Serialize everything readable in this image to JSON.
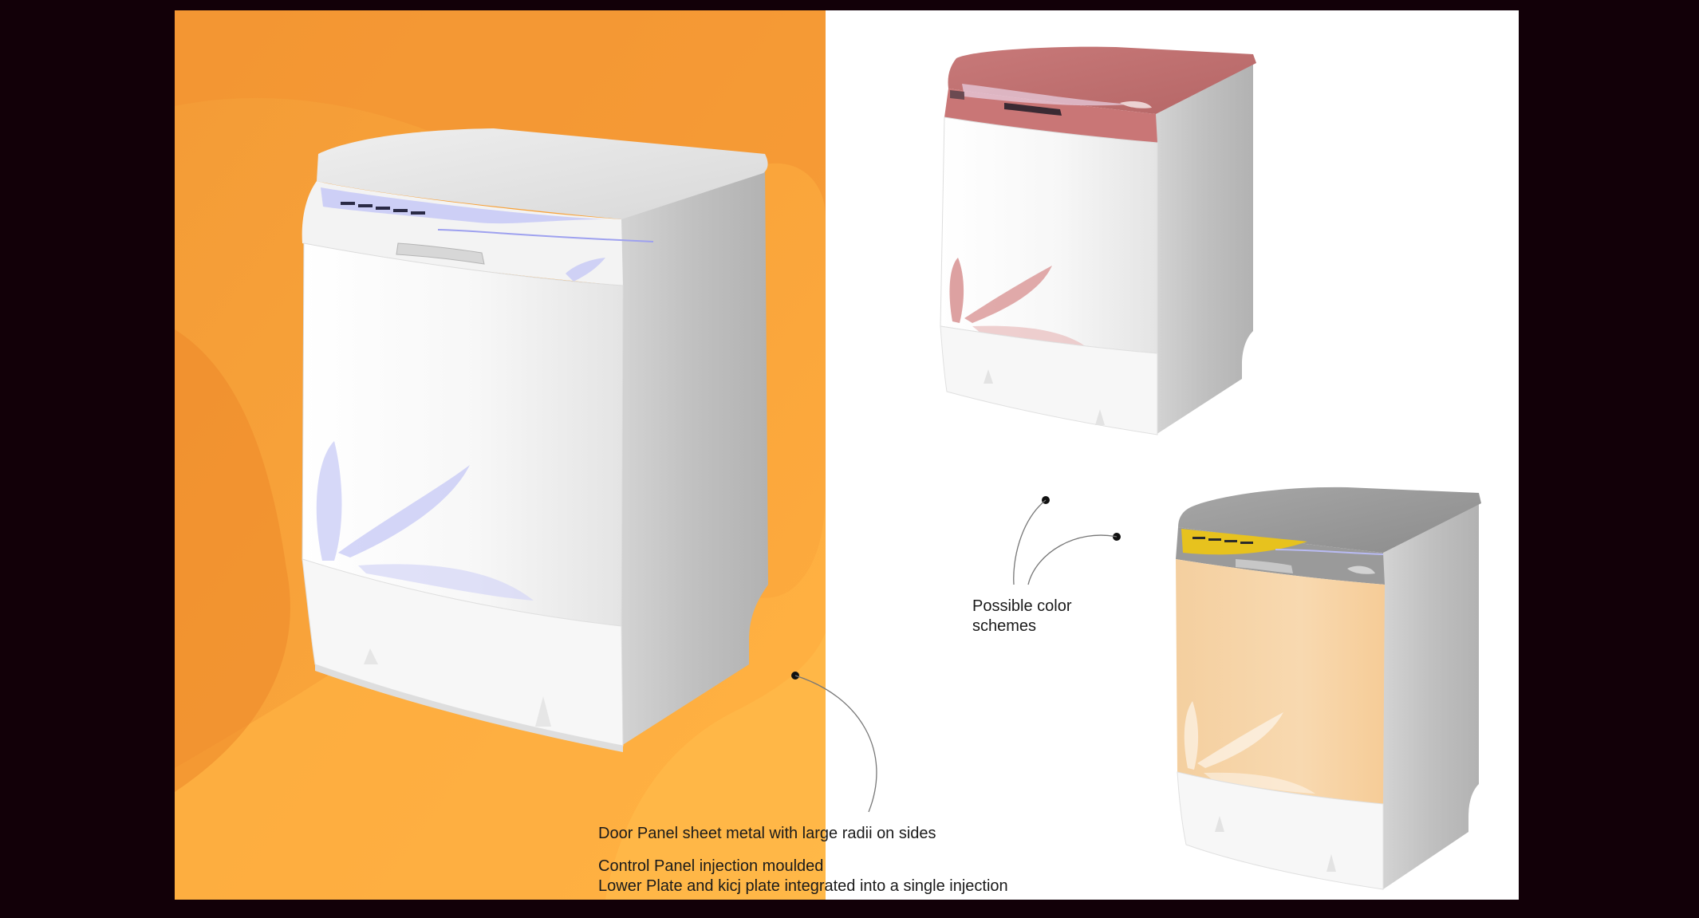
{
  "annotations": {
    "color_schemes": [
      "Possible color",
      "schemes"
    ],
    "notes": [
      "Door Panel sheet metal with large radii on sides",
      "Control Panel injection moulded",
      "Lower Plate and kicj plate integrated into a single injection"
    ]
  },
  "colors": {
    "outer_background": "#120008",
    "board_background": "#ffffff",
    "orange_panel": "#f6a33c",
    "orange_shadow": "#ef8a2c",
    "appliance_body": "#f2f2f2",
    "appliance_side": "#c4c4c4",
    "accent_blue": "#a8aaf0",
    "scheme_rose": "#c97676",
    "scheme_gray_yellow_accent": "#e6c21d",
    "scheme_peach_door": "#f6d2a2"
  },
  "icons": [
    "dishwasher-hero-render",
    "dishwasher-rose-variant",
    "dishwasher-peach-variant",
    "callout-leader-line"
  ]
}
